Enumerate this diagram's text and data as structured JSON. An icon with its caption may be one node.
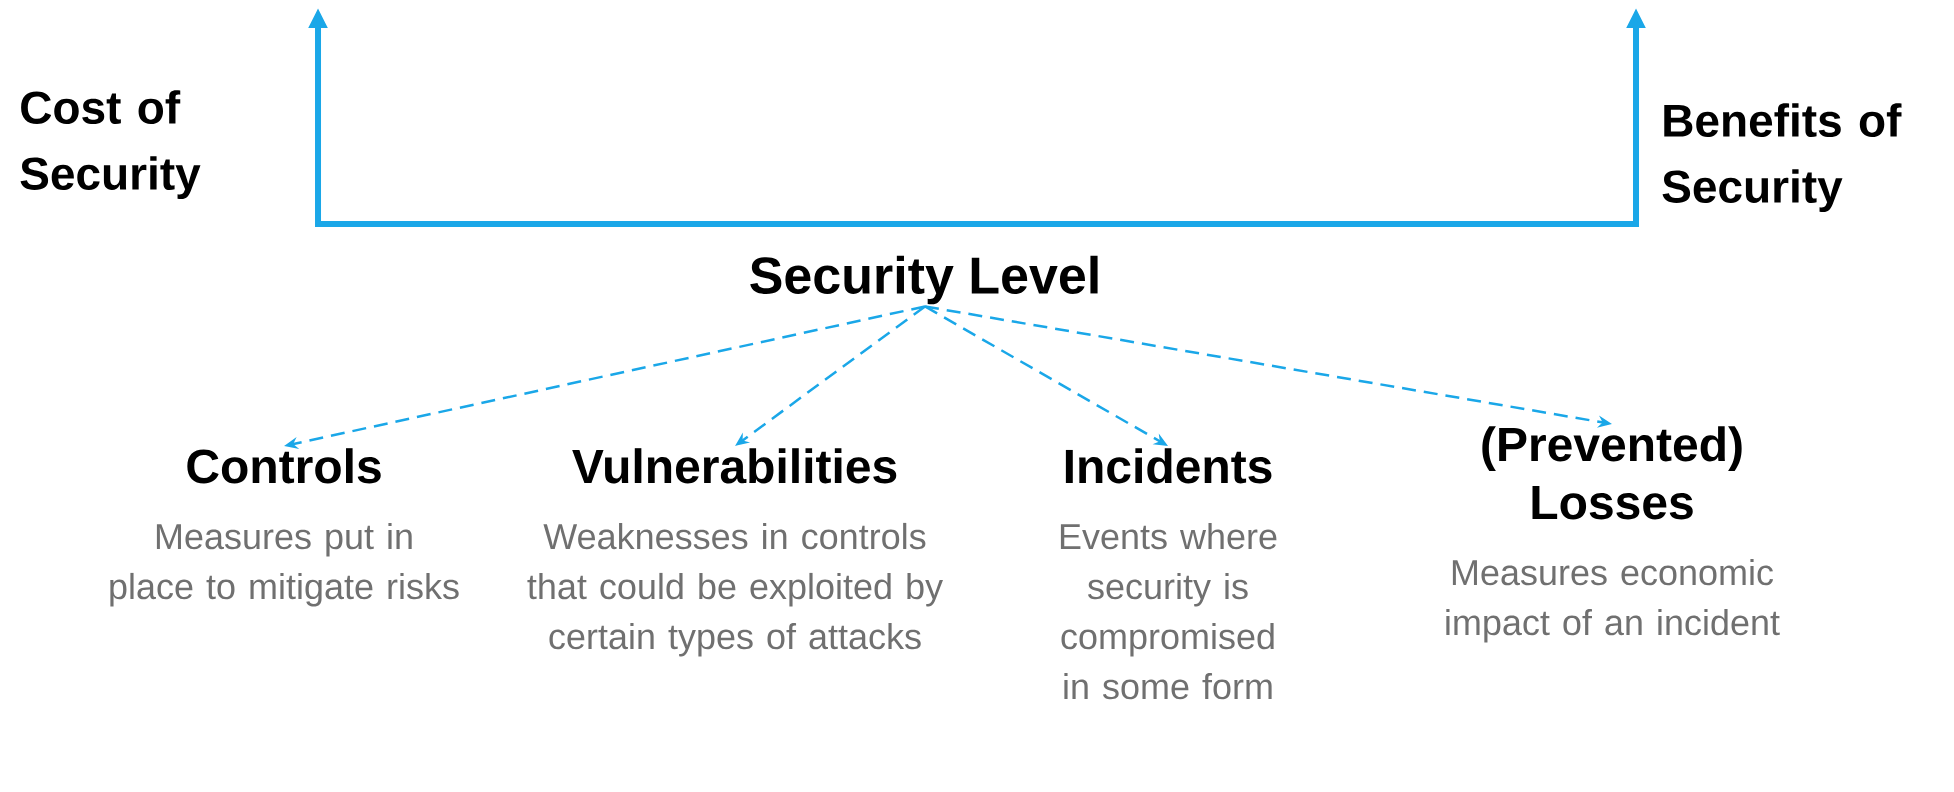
{
  "diagram": {
    "nodes": [
      {
        "text": [
          "Security Level"
        ]
      },
      {
        "text": [
          "Controls",
          "Measures put in place to mitigate risks"
        ]
      },
      {
        "text": [
          "Vulnerabilities",
          "Weaknesses in controls that could be exploited by certain types of attacks"
        ]
      },
      {
        "text": [
          "Incidents",
          "Events where security is compromised in some form"
        ]
      },
      {
        "text": [
          "(Prevented) Losses",
          "Measures economic impact of an incident"
        ]
      }
    ],
    "edges": [
      {
        "from": 0,
        "to": 1,
        "arrow": "to",
        "style": "dashed"
      },
      {
        "from": 0,
        "to": 2,
        "arrow": "to",
        "style": "dashed"
      },
      {
        "from": 0,
        "to": 3,
        "arrow": "to",
        "style": "dashed"
      },
      {
        "from": 0,
        "to": 4,
        "arrow": "to",
        "style": "dashed"
      }
    ],
    "labels": [
      "Cost of Security",
      "Benefits of Security"
    ]
  }
}
